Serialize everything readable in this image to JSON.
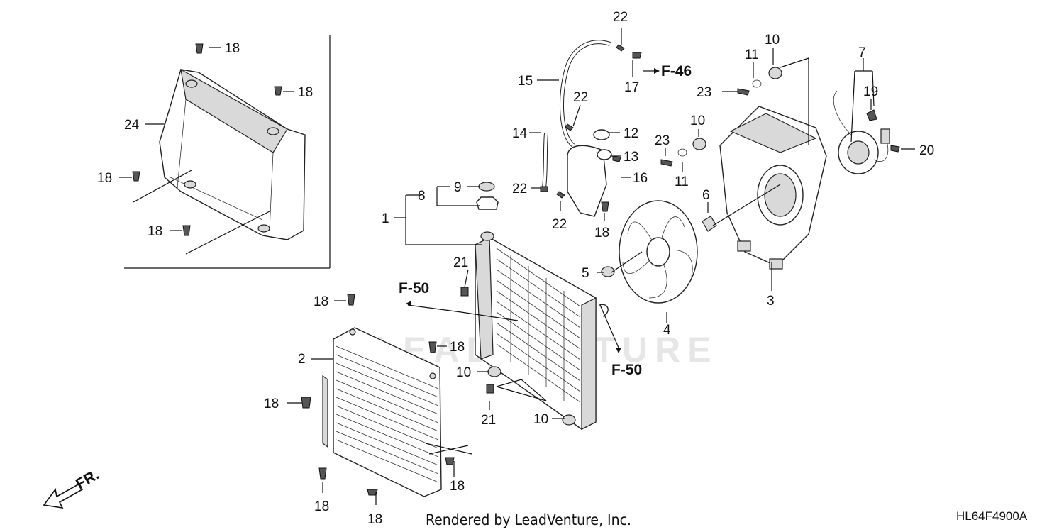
{
  "watermark": "LEADVENTURE",
  "footer": {
    "rendered_by": "Rendered by LeadVenture, Inc.",
    "diagram_code": "HL64F4900A"
  },
  "direction_label": "FR.",
  "references": {
    "f46": "F-46",
    "f50_upper": "F-50",
    "f50_lower": "F-50"
  },
  "callouts": {
    "c1": "1",
    "c2": "2",
    "c3": "3",
    "c4": "4",
    "c5": "5",
    "c6": "6",
    "c7": "7",
    "c8": "8",
    "c9": "9",
    "c10a": "10",
    "c10b": "10",
    "c10c": "10",
    "c10d": "10",
    "c11a": "11",
    "c11b": "11",
    "c12": "12",
    "c13": "13",
    "c14": "14",
    "c15": "15",
    "c16": "16",
    "c17": "17",
    "c18a": "18",
    "c18b": "18",
    "c18c": "18",
    "c18d": "18",
    "c18e": "18",
    "c18f": "18",
    "c18g": "18",
    "c18h": "18",
    "c18i": "18",
    "c18j": "18",
    "c18k": "18",
    "c19": "19",
    "c20": "20",
    "c21a": "21",
    "c21b": "21",
    "c22a": "22",
    "c22b": "22",
    "c22c": "22",
    "c22d": "22",
    "c23a": "23",
    "c23b": "23",
    "c24": "24"
  }
}
